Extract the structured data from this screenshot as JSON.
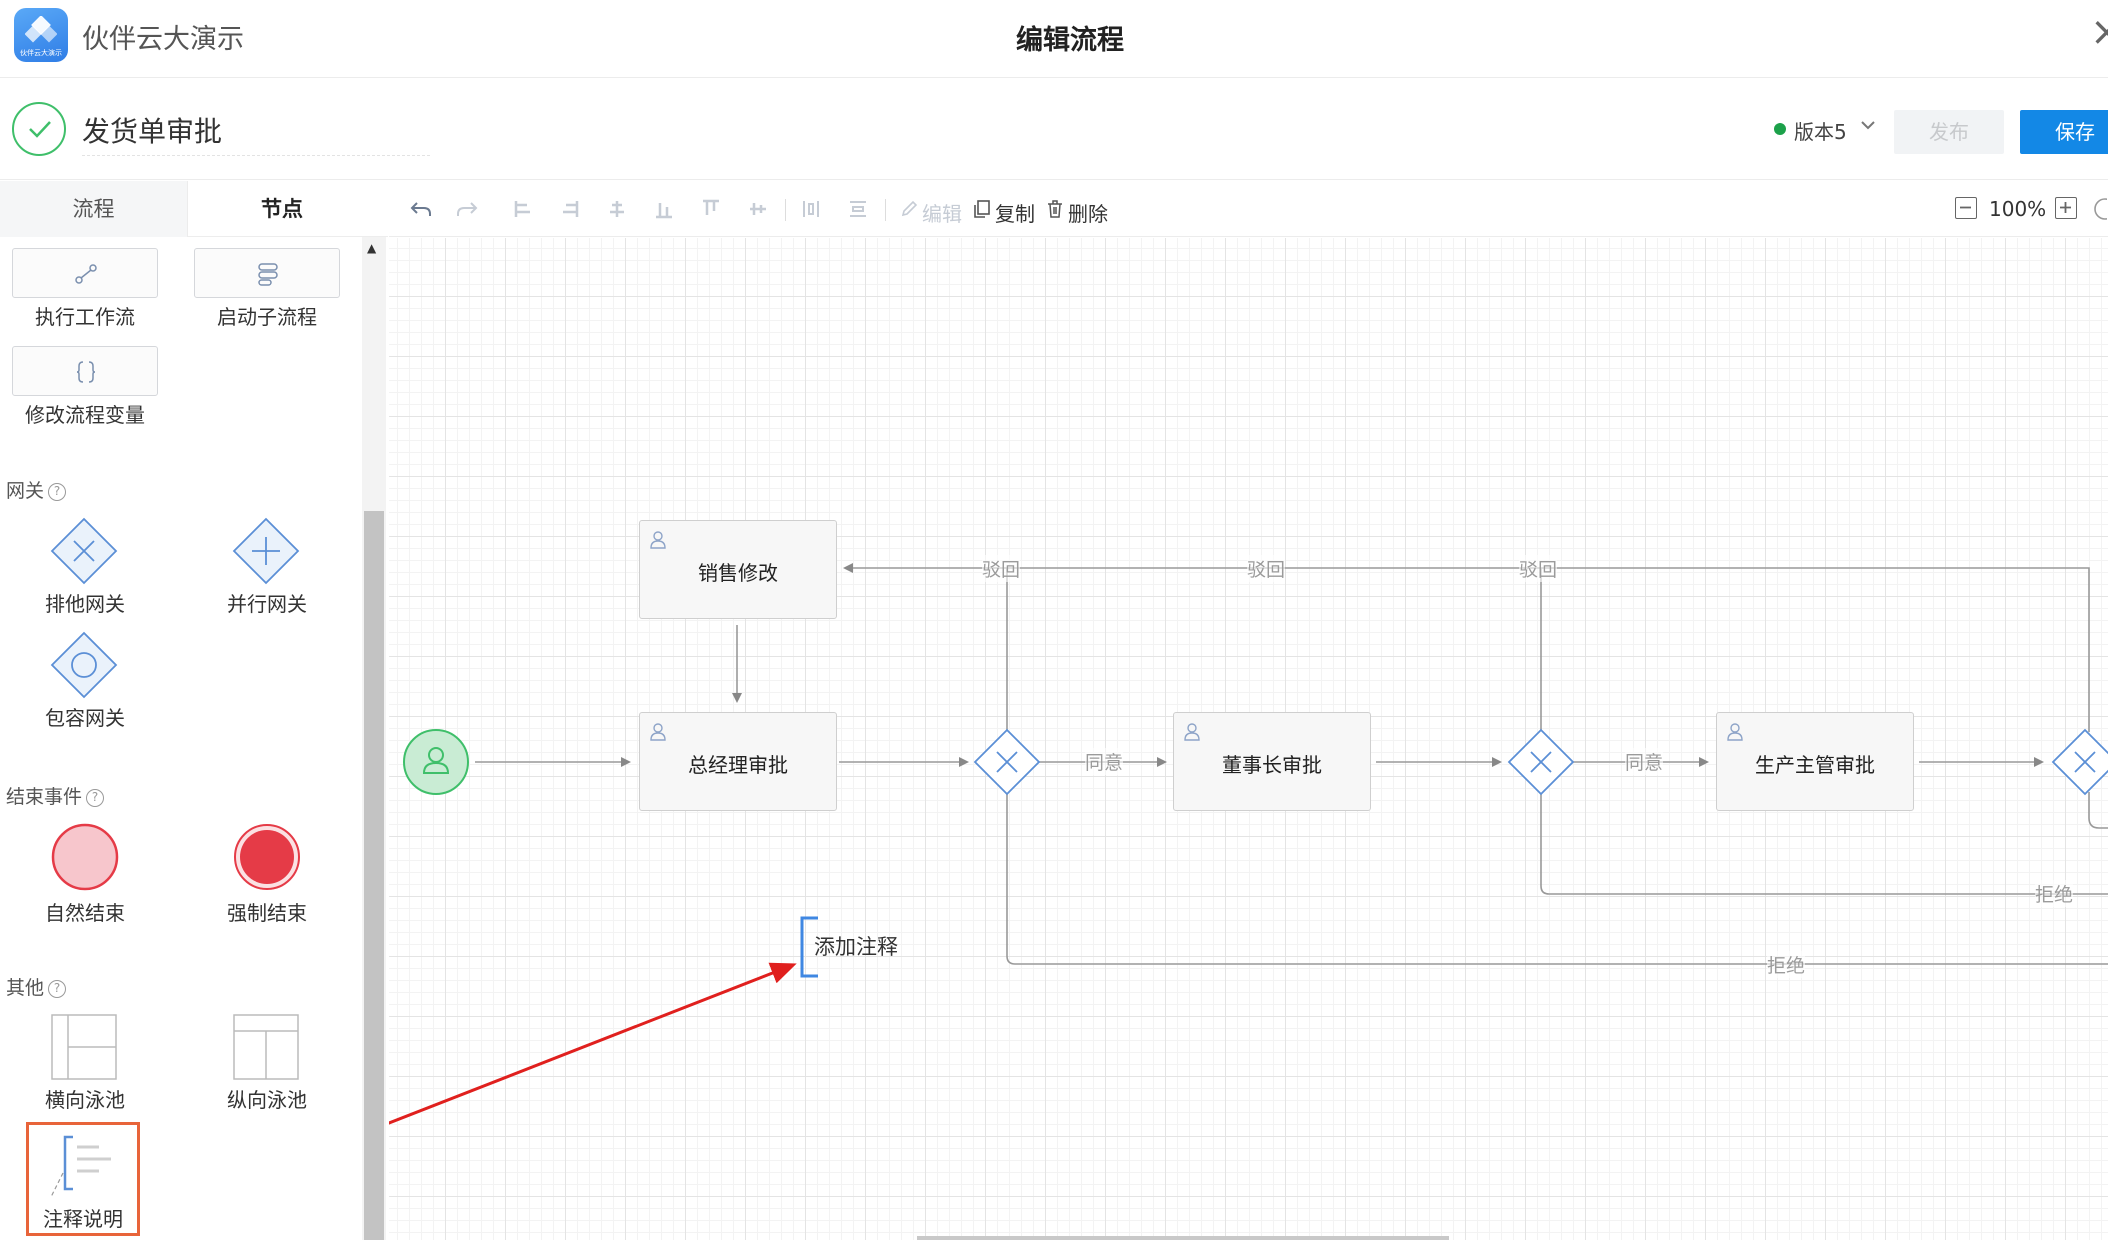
{
  "app": {
    "name": "伙伴云大演示",
    "logo_text": "伙伴云大演示"
  },
  "header": {
    "title": "编辑流程",
    "close_symbol": "×"
  },
  "process": {
    "name": "发货单审批"
  },
  "version": {
    "label": "版本5",
    "status_color": "#1ca14a"
  },
  "actions": {
    "publish": "发布",
    "save": "保存"
  },
  "panel_tabs": {
    "flow": "流程",
    "node": "节点"
  },
  "palette": {
    "tasks": [
      {
        "label": "执行工作流",
        "icon": "workflow-icon"
      },
      {
        "label": "启动子流程",
        "icon": "subprocess-icon"
      },
      {
        "label": "修改流程变量",
        "icon": "variable-braces-icon"
      }
    ],
    "gateways_title": "网关",
    "gateways": [
      {
        "label": "排他网关"
      },
      {
        "label": "并行网关"
      },
      {
        "label": "包容网关"
      }
    ],
    "end_events_title": "结束事件",
    "end_events": [
      {
        "label": "自然结束"
      },
      {
        "label": "强制结束"
      }
    ],
    "others_title": "其他",
    "others": [
      {
        "label": "横向泳池"
      },
      {
        "label": "纵向泳池"
      },
      {
        "label": "注释说明"
      }
    ]
  },
  "toolbar": {
    "edit": "编辑",
    "copy": "复制",
    "delete": "删除",
    "zoom": "100%"
  },
  "diagram": {
    "tasks": {
      "sales_modify": "销售修改",
      "gm_approve": "总经理审批",
      "chairman_approve": "董事长审批",
      "production_approve": "生产主管审批"
    },
    "edge_labels": {
      "reject_back_1": "驳回",
      "reject_back_2": "驳回",
      "reject_back_3": "驳回",
      "agree_1": "同意",
      "agree_2": "同意",
      "refuse_1": "拒绝",
      "refuse_2": "拒绝"
    },
    "annotation": "添加注释"
  },
  "colors": {
    "accent": "#1388e6",
    "start_event": "#3fbf6a",
    "end_natural": "#f7c6cc",
    "end_forced": "#e53b47",
    "highlight_box": "#e8643a",
    "arrow": "#e0201e"
  }
}
